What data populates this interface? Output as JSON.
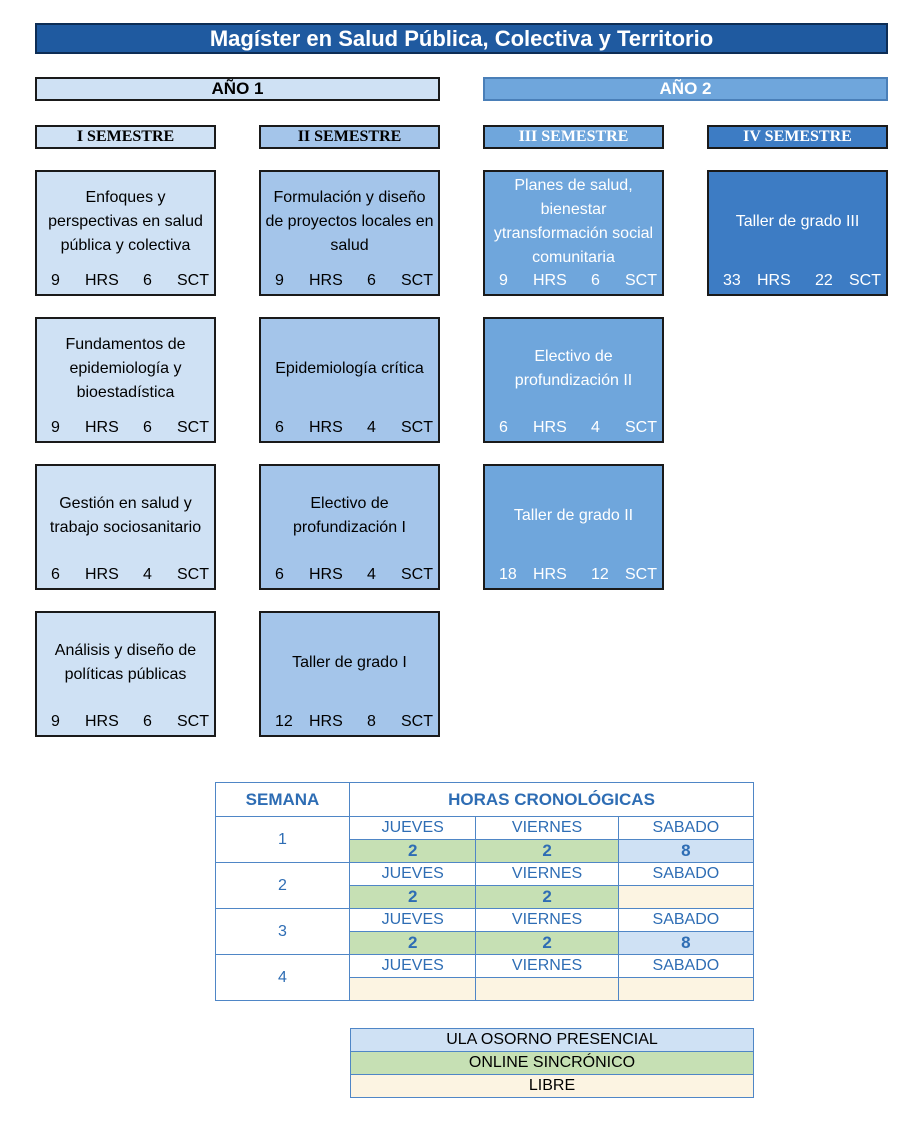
{
  "title": "Magíster en Salud Pública, Colectiva y Territorio",
  "years": [
    "AÑO 1",
    "AÑO 2"
  ],
  "semesters": [
    "I SEMESTRE",
    "II SEMESTRE",
    "III SEMESTRE",
    "IV SEMESTRE"
  ],
  "hrs_label": "HRS",
  "sct_label": "SCT",
  "courses": {
    "s1": [
      {
        "name": "Enfoques y perspectivas en salud pública y colectiva",
        "hrs": "9",
        "sct": "6"
      },
      {
        "name": "Fundamentos de epidemiología y bioestadística",
        "hrs": "9",
        "sct": "6"
      },
      {
        "name": "Gestión en salud y trabajo sociosanitario",
        "hrs": "6",
        "sct": "4"
      },
      {
        "name": "Análisis y diseño de políticas públicas",
        "hrs": "9",
        "sct": "6"
      }
    ],
    "s2": [
      {
        "name": "Formulación y diseño de proyectos locales en salud",
        "hrs": "9",
        "sct": "6"
      },
      {
        "name": "Epidemiología crítica",
        "hrs": "6",
        "sct": "4"
      },
      {
        "name": "Electivo de profundización I",
        "hrs": "6",
        "sct": "4"
      },
      {
        "name": "Taller de grado I",
        "hrs": "12",
        "sct": "8"
      }
    ],
    "s3": [
      {
        "name": "Planes de salud, bienestar ytransformación social comunitaria",
        "hrs": "9",
        "sct": "6"
      },
      {
        "name": "Electivo de profundización II",
        "hrs": "6",
        "sct": "4"
      },
      {
        "name": "Taller de grado II",
        "hrs": "18",
        "sct": "12"
      }
    ],
    "s4": [
      {
        "name": "Taller de grado III",
        "hrs": "33",
        "sct": "22"
      }
    ]
  },
  "schedule": {
    "col_week": "SEMANA",
    "col_hours": "HORAS CRONOLÓGICAS",
    "days": [
      "JUEVES",
      "VIERNES",
      "SABADO"
    ],
    "weeks": [
      {
        "week": "1",
        "values": [
          "2",
          "2",
          "8"
        ],
        "modes": [
          "green",
          "green",
          "blue"
        ]
      },
      {
        "week": "2",
        "values": [
          "2",
          "2",
          ""
        ],
        "modes": [
          "green",
          "green",
          "cream"
        ]
      },
      {
        "week": "3",
        "values": [
          "2",
          "2",
          "8"
        ],
        "modes": [
          "green",
          "green",
          "blue"
        ]
      },
      {
        "week": "4",
        "values": [
          "",
          "",
          ""
        ],
        "modes": [
          "cream",
          "cream",
          "cream"
        ]
      }
    ]
  },
  "legend": [
    "ULA OSORNO PRESENCIAL",
    "ONLINE SINCRÓNICO",
    "LIBRE"
  ],
  "colors": {
    "title_bg": "#1f5aa0",
    "presencial": "#cfe1f4",
    "online": "#c6e0b4",
    "libre": "#fcf4e2"
  }
}
